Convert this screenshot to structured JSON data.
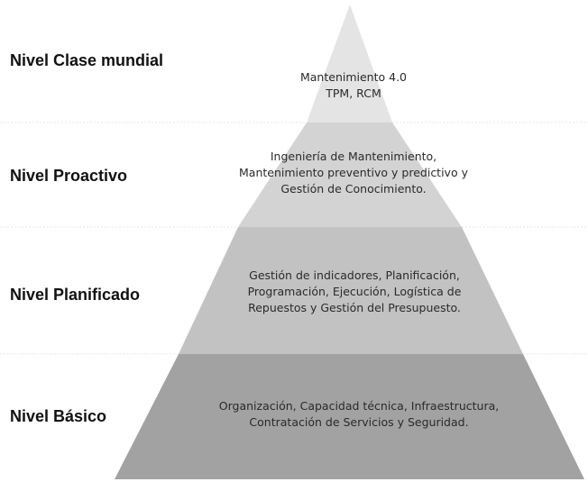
{
  "pyramid": {
    "levels": [
      {
        "label": "Nivel Clase mundial",
        "lines": [
          "Mantenimiento 4.0",
          "TPM, RCM"
        ],
        "fill": "#e4e4e4"
      },
      {
        "label": "Nivel Proactivo",
        "lines": [
          "Ingeniería de Mantenimiento,",
          "Mantenimiento preventivo y predictivo y",
          "Gestión de Conocimiento."
        ],
        "fill": "#d3d3d3"
      },
      {
        "label": "Nivel Planificado",
        "lines": [
          "Gestión de indicadores, Planificación,",
          "Programación, Ejecución, Logística de",
          "Repuestos y Gestión del Presupuesto."
        ],
        "fill": "#c2c2c2"
      },
      {
        "label": "Nivel Básico",
        "lines": [
          "Organización, Capacidad técnica, Infraestructura,",
          "Contratación de Servicios y Seguridad."
        ],
        "fill": "#a2a2a2"
      }
    ],
    "separator_color": "#e6e6e6",
    "text_color": "#2a2a2a",
    "label_color": "#111111"
  }
}
